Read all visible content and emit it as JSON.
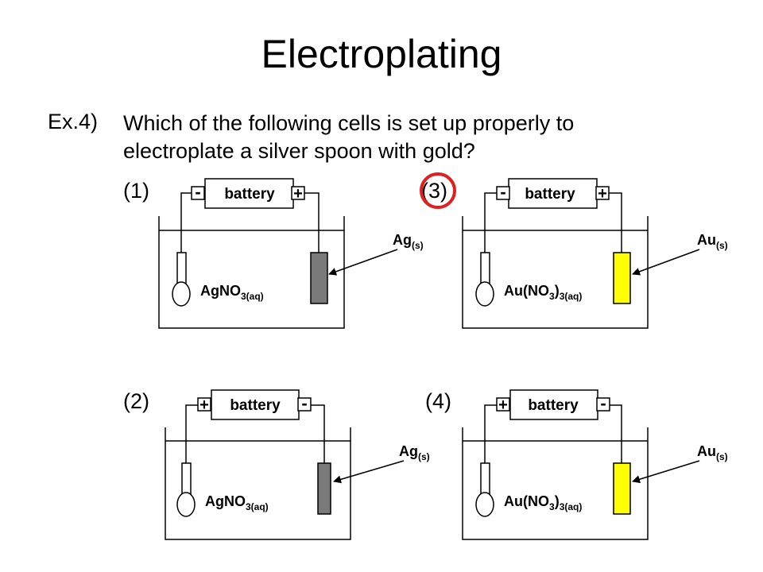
{
  "slide": {
    "title": "Electroplating",
    "example_label": "Ex.4)",
    "question": "Which of the following cells is set up properly to electroplate a silver spoon with gold?"
  },
  "cells": [
    {
      "label": "(1)",
      "battery": "battery",
      "left_terminal": "-",
      "right_terminal": "+",
      "solution": "AgNO",
      "solution_sub": "3(aq)",
      "electrode": "Ag",
      "electrode_sub": "(s)",
      "electrode_color": "#7a7a7a",
      "circled": false
    },
    {
      "label": "(3)",
      "battery": "battery",
      "left_terminal": "-",
      "right_terminal": "+",
      "solution": "Au(NO",
      "solution_sub1": "3",
      "solution_close": ")",
      "solution_sub": "3(aq)",
      "electrode": "Au",
      "electrode_sub": "(s)",
      "electrode_color": "#ffff00",
      "circled": true,
      "circle_color": "#e02020"
    },
    {
      "label": "(2)",
      "battery": "battery",
      "left_terminal": "+",
      "right_terminal": "-",
      "solution": "AgNO",
      "solution_sub": "3(aq)",
      "electrode": "Ag",
      "electrode_sub": "(s)",
      "electrode_color": "#7a7a7a",
      "circled": false
    },
    {
      "label": "(4)",
      "battery": "battery",
      "left_terminal": "+",
      "right_terminal": "-",
      "solution": "Au(NO",
      "solution_sub1": "3",
      "solution_close": ")",
      "solution_sub": "3(aq)",
      "electrode": "Au",
      "electrode_sub": "(s)",
      "electrode_color": "#ffff00",
      "circled": false
    }
  ]
}
